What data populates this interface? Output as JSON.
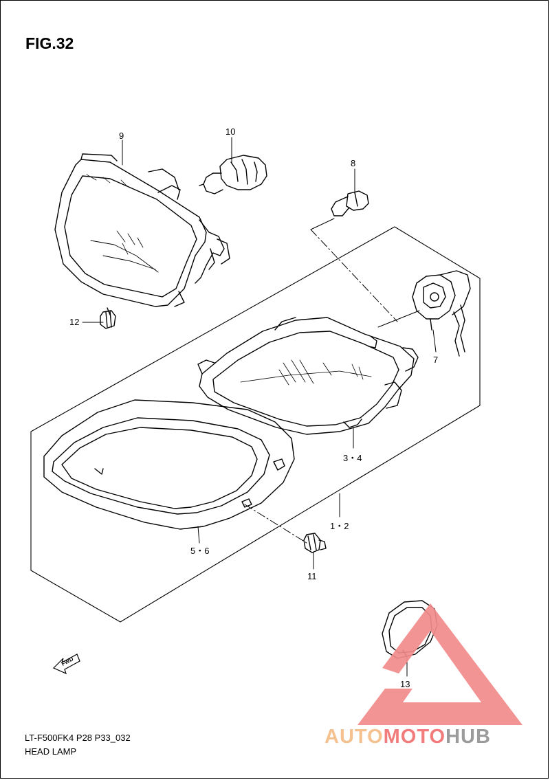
{
  "figure": {
    "title": "FIG.32",
    "code": "LT-F500FK4 P28 P33_032",
    "name": "HEAD LAMP",
    "fwd_label": "FWD"
  },
  "callouts": {
    "c9": "9",
    "c10": "10",
    "c8": "8",
    "c12": "12",
    "c7": "7",
    "c34": "3・4",
    "c12b": "1・2",
    "c56": "5・6",
    "c11": "11",
    "c13": "13"
  },
  "watermark": {
    "part1": "AUTO",
    "part2": "MOTO",
    "part3": "HUB",
    "color_triangle": "#f28b8b",
    "color_auto": "#f5c18e",
    "color_moto": "#f27c7c",
    "color_hub": "#9b9b9b"
  }
}
